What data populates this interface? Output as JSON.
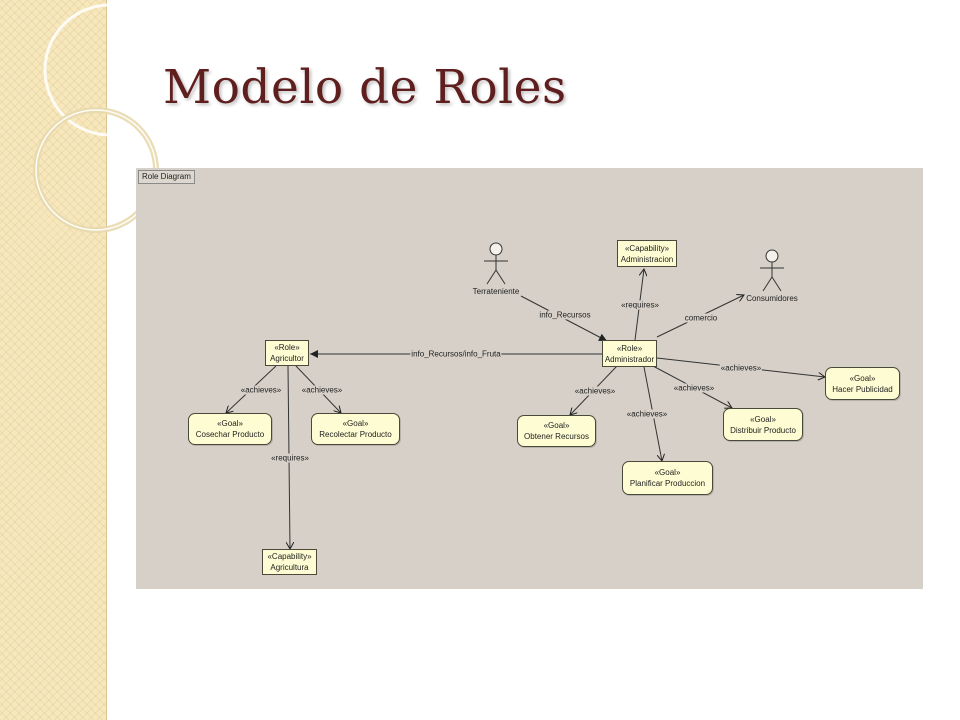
{
  "slide": {
    "title": "Modelo de Roles"
  },
  "diagram": {
    "frame_label": "Role Diagram",
    "stereotypes": {
      "role": "«Role»",
      "goal": "«Goal»",
      "capability": "«Capability»"
    },
    "roles": {
      "agricultor": "Agricultor",
      "administrador": "Administrador"
    },
    "capabilities": {
      "administracion": "Administracion",
      "agricultura": "Agricultura"
    },
    "goals": {
      "cosechar": "Cosechar Producto",
      "recolectar": "Recolectar Producto",
      "obtener": "Obtener Recursos",
      "planificar": "Planificar Produccion",
      "distribuir": "Distribuir Producto",
      "publicidad": "Hacer Publicidad"
    },
    "actors": {
      "terrateniente": "Terrateniente",
      "consumidores": "Consumidores"
    },
    "edge_labels": {
      "info_recursos": "info_Recursos",
      "comercio": "comercio",
      "info_recursos_fruta": "info_Recursos/info_Fruta",
      "requires": "«requires»",
      "achieves": "«achieves»"
    }
  }
}
